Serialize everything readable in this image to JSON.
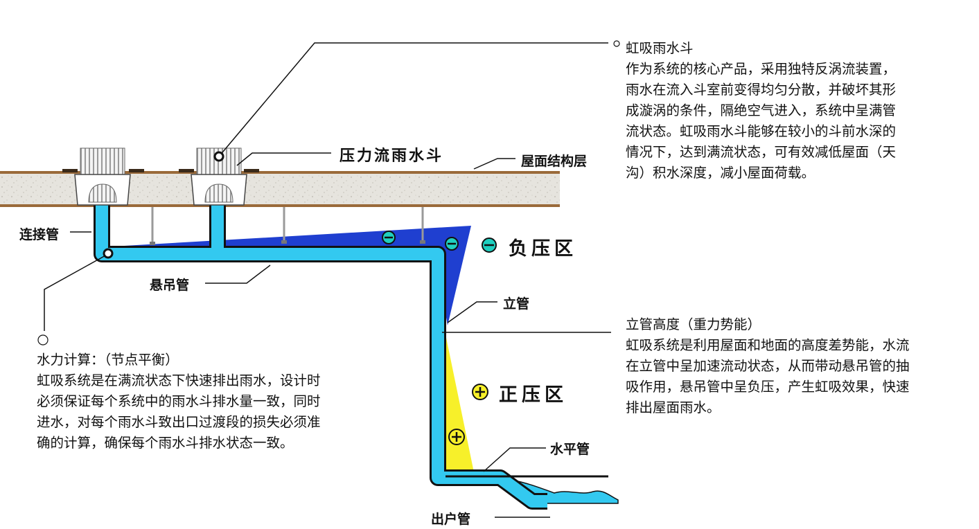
{
  "labels": {
    "pressure_drain": "压力流雨水斗",
    "roof_layer": "屋面结构层",
    "connector_pipe": "连接管",
    "suspended_pipe": "悬吊管",
    "riser": "立管",
    "horizontal_pipe": "水平管",
    "outlet_pipe": "出户管"
  },
  "zones": {
    "negative": {
      "symbol": "⊖",
      "text": "负压区"
    },
    "positive": {
      "symbol": "⊕",
      "text": "正压区"
    }
  },
  "callouts": {
    "siphon_drain": {
      "title": "虹吸雨水斗",
      "lines": [
        "作为系统的核心产品，采用独特反涡流装置，",
        "雨水在流入斗室前变得均匀分散，并破坏其形",
        "成漩涡的条件，隔绝空气进入，系统中呈满管",
        "流状态。虹吸雨水斗能够在较小的斗前水深的",
        "情况下，达到满流状态，可有效减低屋面（天",
        "沟）积水深度，减小屋面荷载。"
      ]
    },
    "riser_height": {
      "title": "立管高度（重力势能）",
      "lines": [
        "虹吸系统是利用屋面和地面的高度差势能，水流",
        "在立管中呈加速流动状态，从而带动悬吊管的抽",
        "吸作用，悬吊管中呈负压，产生虹吸效果，快速",
        "排出屋面雨水。"
      ]
    },
    "hydraulic_calc": {
      "title": "水力计算：（节点平衡）",
      "lines": [
        "虹吸系统是在满流状态下快速排出雨水，设计时",
        "必须保证每个系统中的雨水斗排水量一致，同时",
        "进水，对每个雨水斗致出口过渡段的损失必须准",
        "确的计算，确保每个雨水斗排水状态一致。"
      ]
    }
  },
  "colors": {
    "pipe": "#33c9f0",
    "negative_zone": "#1f3fd0",
    "positive_zone": "#f7f02a",
    "roof_slab": "#e4e2dc",
    "roof_border": "#9a6a3a"
  }
}
